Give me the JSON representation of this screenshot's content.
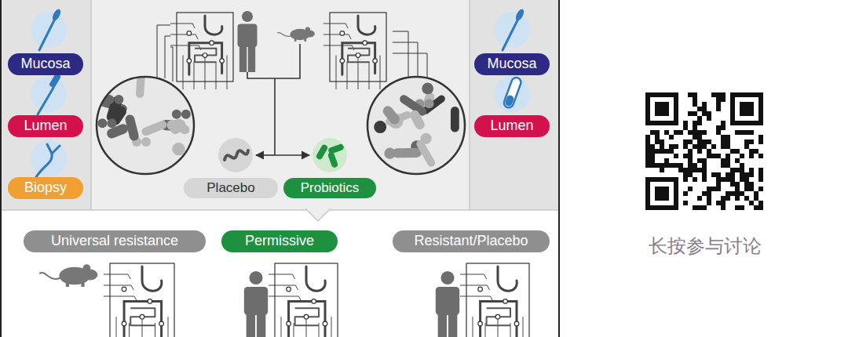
{
  "diagram": {
    "nodes": [
      {
        "text": [
          "Mucosa"
        ]
      },
      {
        "text": [
          "Lumen"
        ]
      },
      {
        "text": [
          "Biopsy"
        ]
      },
      {
        "text": [
          "Placebo"
        ]
      },
      {
        "text": [
          "Probiotics"
        ]
      },
      {
        "text": [
          "Mucosa"
        ]
      },
      {
        "text": [
          "Lumen"
        ]
      },
      {
        "text": [
          "Universal resistance"
        ]
      },
      {
        "text": [
          "Permissive"
        ]
      },
      {
        "text": [
          "Resistant/Placebo"
        ]
      }
    ],
    "labels": [
      "长按参与讨论"
    ]
  }
}
